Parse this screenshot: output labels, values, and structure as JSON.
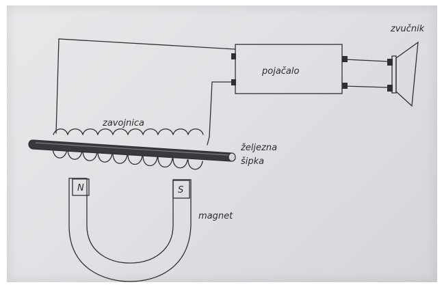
{
  "diagram": {
    "labels": {
      "speaker": "zvučnik",
      "amplifier": "pojačalo",
      "coil": "zavojnica",
      "rod_line1": "željezna",
      "rod_line2": "šipka",
      "magnet": "magnet",
      "pole_north": "N",
      "pole_south": "S"
    },
    "colors": {
      "ink": "#2b2b2e",
      "paper": "#e4e2e6",
      "rod": "#3a3a3e"
    }
  }
}
